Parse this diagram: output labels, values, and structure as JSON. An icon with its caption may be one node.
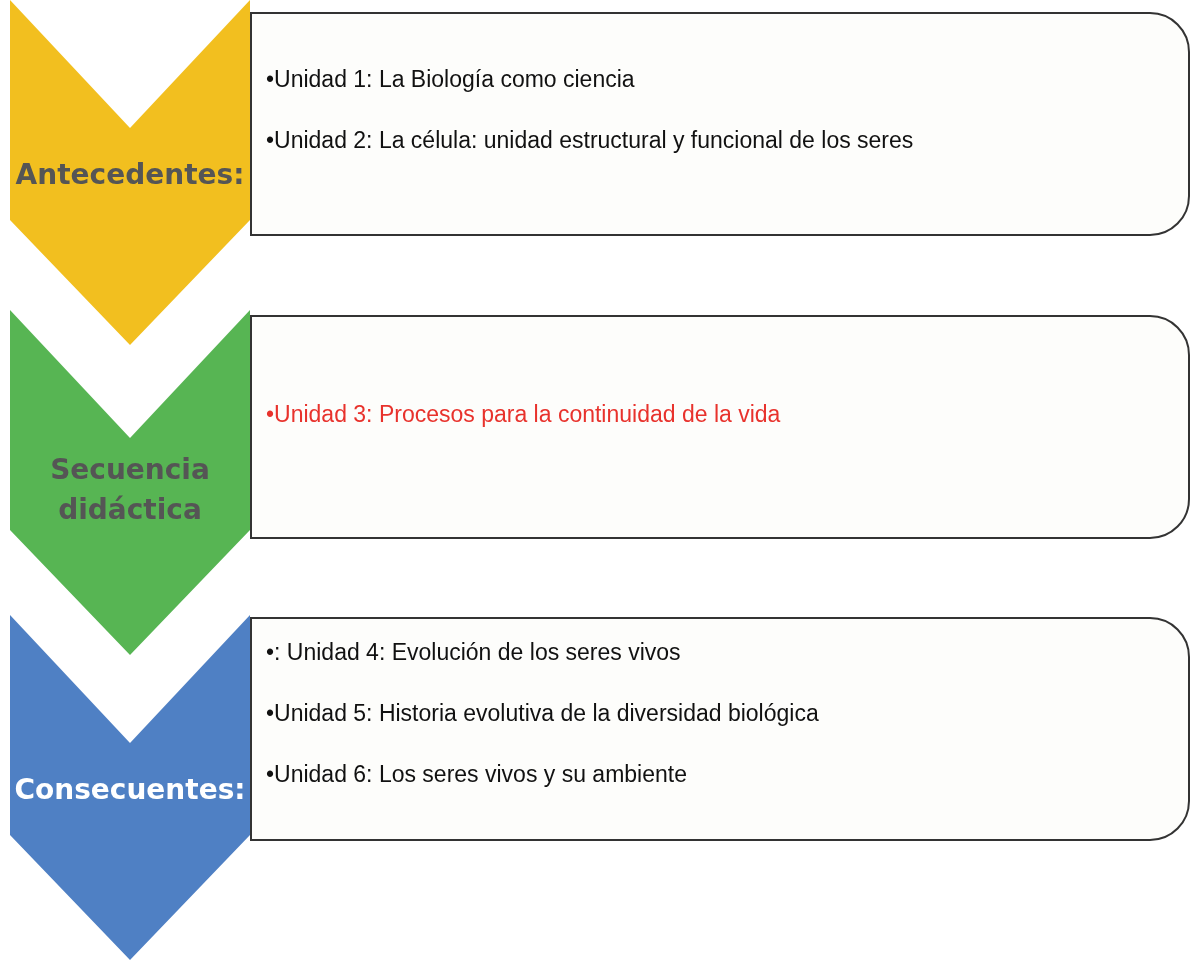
{
  "diagram": {
    "nodes": [
      {
        "text": [
          "Antecedentes:"
        ]
      },
      {
        "text": [
          "•Unidad 1: La Biología como ciencia",
          "•Unidad 2: La célula: unidad estructural y funcional de los seres"
        ]
      },
      {
        "text": [
          "Secuencia didáctica"
        ]
      },
      {
        "text": [
          "•Unidad 3: Procesos para la continuidad de la vida"
        ]
      },
      {
        "text": [
          "Consecuentes:"
        ]
      },
      {
        "text": [
          "•: Unidad 4: Evolución de los seres vivos",
          "•Unidad 5: Historia evolutiva de la diversidad biológica",
          "•Unidad 6: Los seres vivos y su ambiente"
        ]
      }
    ],
    "edges": []
  }
}
